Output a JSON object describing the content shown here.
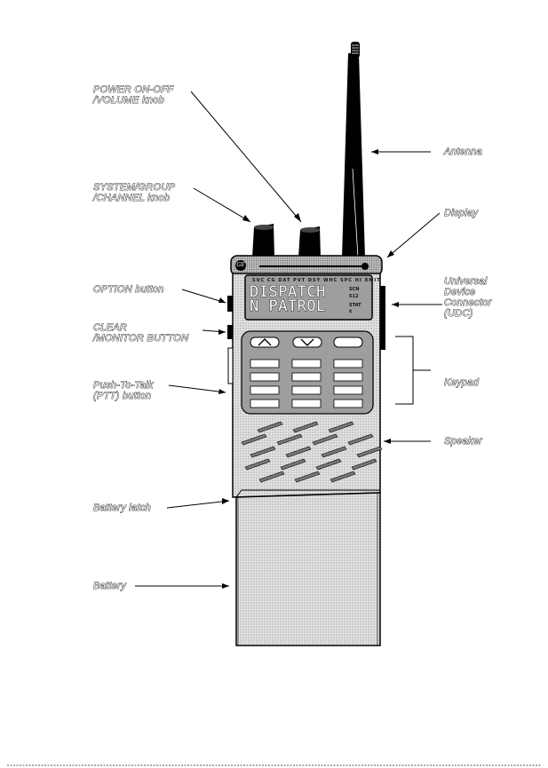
{
  "labels": {
    "power": [
      "POWER ON-OFF",
      "/VOLUME knob"
    ],
    "system": [
      "SYSTEM/GROUP",
      "/CHANNEL knob"
    ],
    "option": "OPTION button",
    "clear": [
      "CLEAR",
      "/MONITOR BUTTON"
    ],
    "ptt": [
      "Push-To-Talk",
      "(PTT) button"
    ],
    "latch": "Battery latch",
    "battery": "Battery",
    "antenna": "Antenna",
    "display": "Display",
    "udc": [
      "Universal",
      "Device",
      "Connector",
      "(UDC)"
    ],
    "keypad": "Keypad",
    "speaker": "Speaker"
  },
  "display": {
    "indicators": "SVC CG DAT PVT DSY WHC SPC HI XMIT",
    "line1": "DISPATCH",
    "line2": "N PATROL",
    "side": [
      "SCN",
      "512",
      "STAT",
      "¢"
    ]
  },
  "keypad": {
    "rows": 5,
    "cols": 3
  },
  "logo": "GE",
  "colors": {
    "body": "#d4d4d4",
    "dark": "#000000",
    "pattern": "#777777",
    "background": "#ffffff"
  }
}
